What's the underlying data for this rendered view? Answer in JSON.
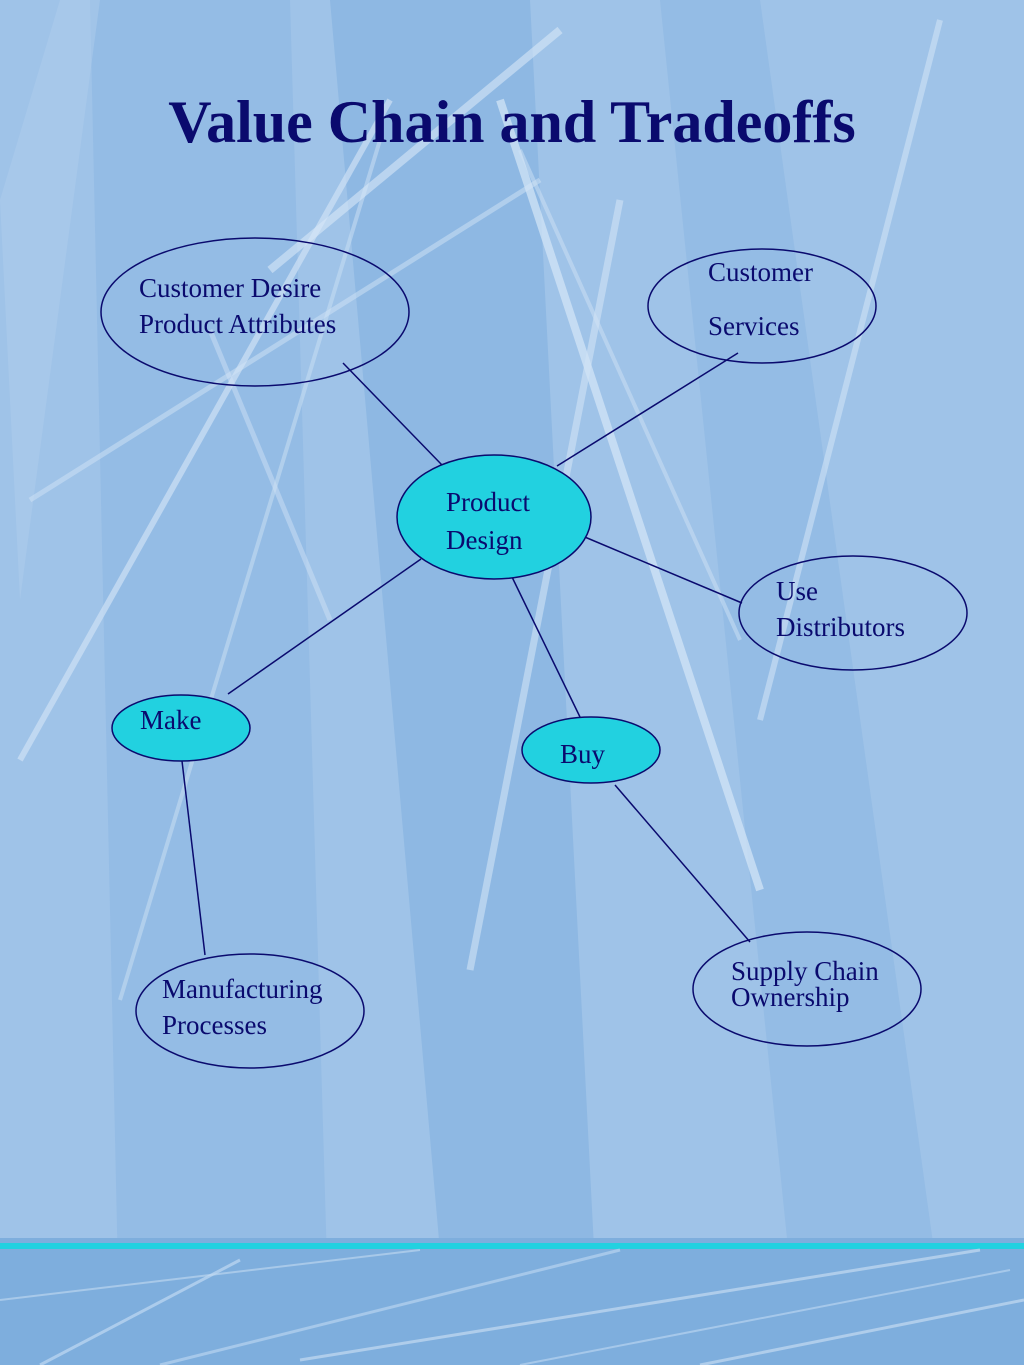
{
  "slide": {
    "title": "Value Chain and Tradeoffs"
  },
  "diagram": {
    "nodes": {
      "customer_desire": {
        "text": "Customer Desire\nProduct Attributes",
        "fill": "#9fc3e8"
      },
      "customer_services": {
        "text": "Customer\n\nServices",
        "fill": "#9fc3e8"
      },
      "product_design": {
        "text": "Product\nDesign",
        "fill": "#22d1e0"
      },
      "use_distributors": {
        "text": "Use\nDistributors",
        "fill": "#9fc3e8"
      },
      "make": {
        "text": "Make",
        "fill": "#22d1e0"
      },
      "buy": {
        "text": "Buy",
        "fill": "#22d1e0"
      },
      "manufacturing_processes": {
        "text": "Manufacturing\nProcesses",
        "fill": "#9fc3e8"
      },
      "supply_chain_ownership": {
        "text": "Supply Chain\nOwnership",
        "fill": "#9fc3e8"
      }
    },
    "edges": [
      [
        "customer_desire",
        "product_design"
      ],
      [
        "customer_services",
        "product_design"
      ],
      [
        "product_design",
        "use_distributors"
      ],
      [
        "product_design",
        "make"
      ],
      [
        "product_design",
        "buy"
      ],
      [
        "make",
        "manufacturing_processes"
      ],
      [
        "buy",
        "supply_chain_ownership"
      ]
    ],
    "colors": {
      "stroke": "#0a0a6e",
      "text": "#0a0a6e",
      "accent_fill": "#22d1e0"
    }
  }
}
